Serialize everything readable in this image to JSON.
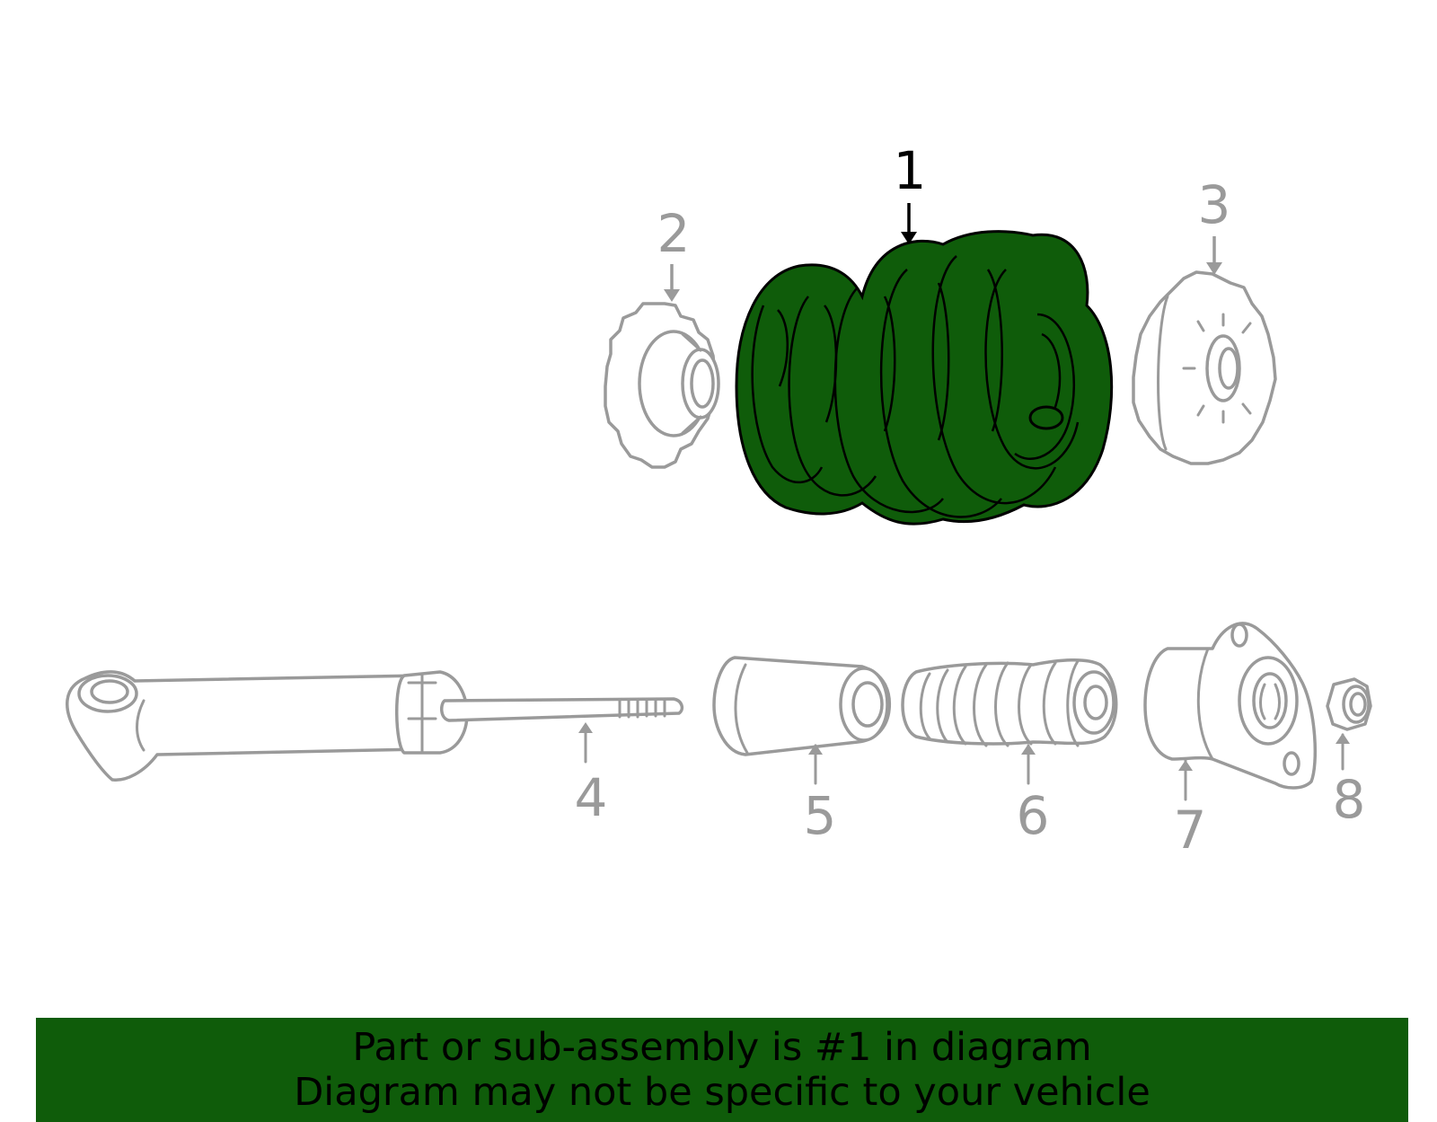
{
  "callouts": [
    {
      "id": "1",
      "label": "1",
      "highlighted": true
    },
    {
      "id": "2",
      "label": "2",
      "highlighted": false
    },
    {
      "id": "3",
      "label": "3",
      "highlighted": false
    },
    {
      "id": "4",
      "label": "4",
      "highlighted": false
    },
    {
      "id": "5",
      "label": "5",
      "highlighted": false
    },
    {
      "id": "6",
      "label": "6",
      "highlighted": false
    },
    {
      "id": "7",
      "label": "7",
      "highlighted": false
    },
    {
      "id": "8",
      "label": "8",
      "highlighted": false
    }
  ],
  "banner": {
    "line1": "Part or sub-assembly is #1 in diagram",
    "line2": "Diagram may not be specific to your vehicle"
  },
  "colors": {
    "highlight": "#0f5c0a",
    "part_outline": "#9a9a9a",
    "label_grey": "#9a9a9a",
    "label_active": "#000000"
  }
}
